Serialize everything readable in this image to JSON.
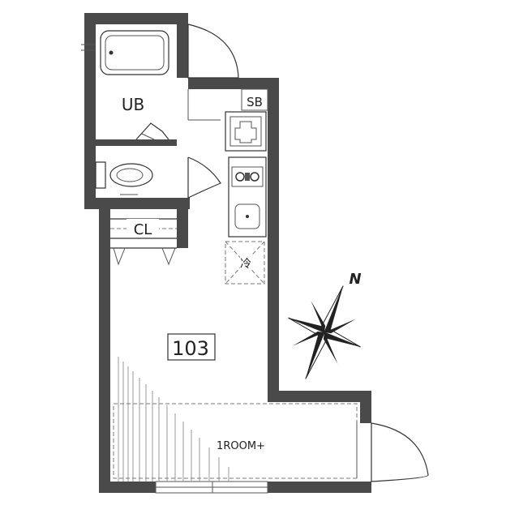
{
  "rooms": {
    "bath_label": "UB",
    "closet_label": "CL",
    "shoebox_label": "SB",
    "fridge_label": "冷",
    "unit_number": "103",
    "layout_type": "1ROOM+"
  },
  "compass": {
    "north_label": "N",
    "rotation_deg": 22
  },
  "colors": {
    "wall": "#4a4a4a",
    "line": "#333333",
    "background": "#ffffff"
  }
}
